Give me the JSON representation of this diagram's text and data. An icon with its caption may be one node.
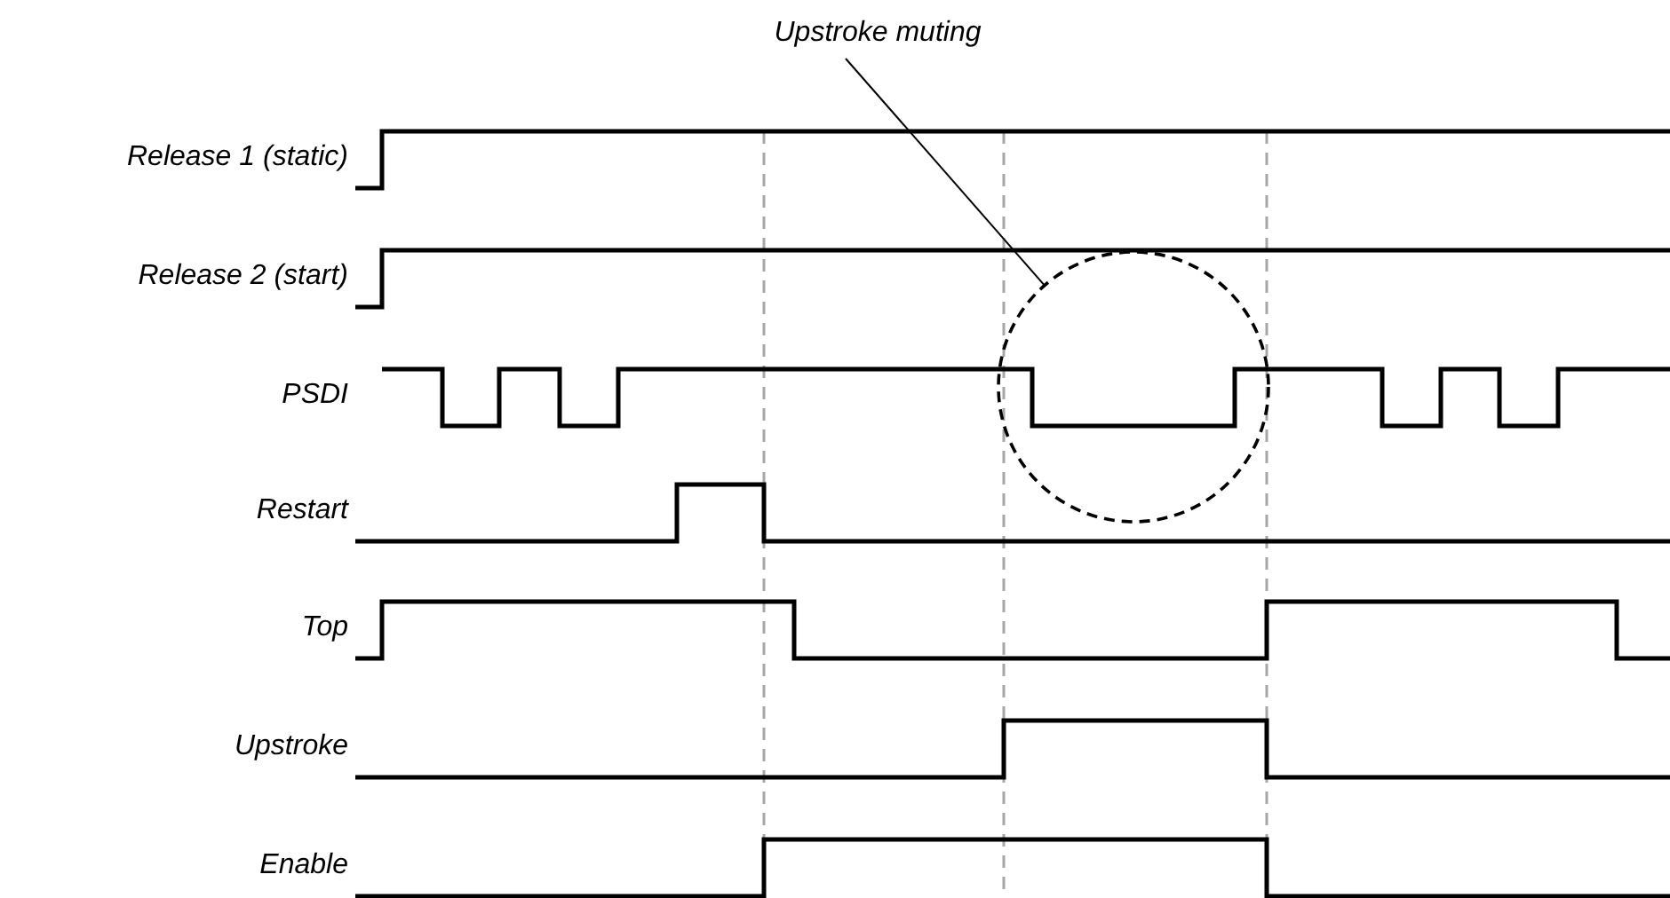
{
  "diagram": {
    "nodes": [
      {
        "text": [
          "Upstroke muting"
        ]
      },
      {
        "text": [],
        "shape": "circle"
      }
    ],
    "edges": [
      {
        "from": 0,
        "to": 1,
        "arrow": "none"
      }
    ],
    "labels": [
      "Release 1 (static)",
      "Release 2 (start)",
      "PSDI",
      "Restart",
      "Top",
      "Upstroke",
      "Enable"
    ]
  }
}
